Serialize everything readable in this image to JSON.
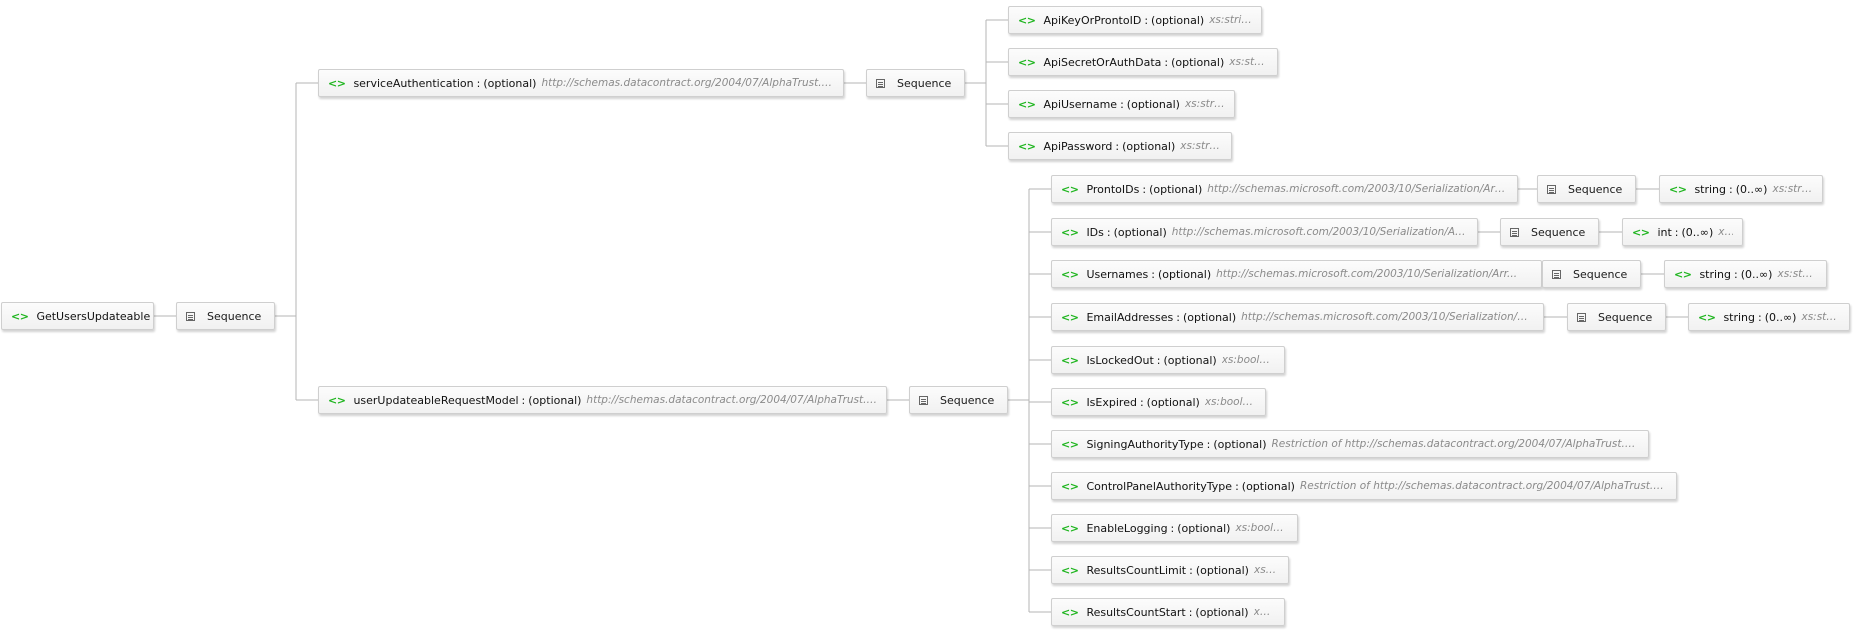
{
  "colors": {
    "accent_tag": "#1fb51f",
    "type_text": "#8a8a8a",
    "connector": "#b5b5b5"
  },
  "icons": {
    "element": "angle-brackets-icon",
    "sequence": "sequence-icon"
  },
  "elem_tag": "<>",
  "root": {
    "name": "GetUsersUpdateable"
  },
  "sequence_label": "Sequence",
  "separator": ":",
  "optional_label": "(optional)",
  "service_auth": {
    "name": "serviceAuthentication",
    "type": "http://schemas.datacontract.org/2004/07/AlphaTrust.P...",
    "children": [
      {
        "name": "ApiKeyOrProntoID",
        "type": "xs:string"
      },
      {
        "name": "ApiSecretOrAuthData",
        "type": "xs:string"
      },
      {
        "name": "ApiUsername",
        "type": "xs:string"
      },
      {
        "name": "ApiPassword",
        "type": "xs:string"
      }
    ]
  },
  "request_model": {
    "name": "userUpdateableRequestModel",
    "type": "http://schemas.datacontract.org/2004/07/AlphaTrust.P...",
    "children": [
      {
        "name": "ProntoIDs",
        "type": "http://schemas.microsoft.com/2003/10/Serialization/Arr...",
        "item": {
          "name": "string",
          "card": "(0..∞)",
          "type": "xs:string"
        }
      },
      {
        "name": "IDs",
        "type": "http://schemas.microsoft.com/2003/10/Serialization/Arr...",
        "item": {
          "name": "int",
          "card": "(0..∞)",
          "type": "xs:int"
        }
      },
      {
        "name": "Usernames",
        "type": "http://schemas.microsoft.com/2003/10/Serialization/Arr...",
        "item": {
          "name": "string",
          "card": "(0..∞)",
          "type": "xs:string"
        }
      },
      {
        "name": "EmailAddresses",
        "type": "http://schemas.microsoft.com/2003/10/Serialization/Arr...",
        "item": {
          "name": "string",
          "card": "(0..∞)",
          "type": "xs:string"
        }
      },
      {
        "name": "IsLockedOut",
        "type": "xs:boolean"
      },
      {
        "name": "IsExpired",
        "type": "xs:boolean"
      },
      {
        "name": "SigningAuthorityType",
        "type": "Restriction of http://schemas.datacontract.org/2004/07/AlphaTrust.P..."
      },
      {
        "name": "ControlPanelAuthorityType",
        "type": "Restriction of http://schemas.datacontract.org/2004/07/AlphaTrust.P..."
      },
      {
        "name": "EnableLogging",
        "type": "xs:boolean"
      },
      {
        "name": "ResultsCountLimit",
        "type": "xs:int"
      },
      {
        "name": "ResultsCountStart",
        "type": "xs:int"
      }
    ]
  }
}
